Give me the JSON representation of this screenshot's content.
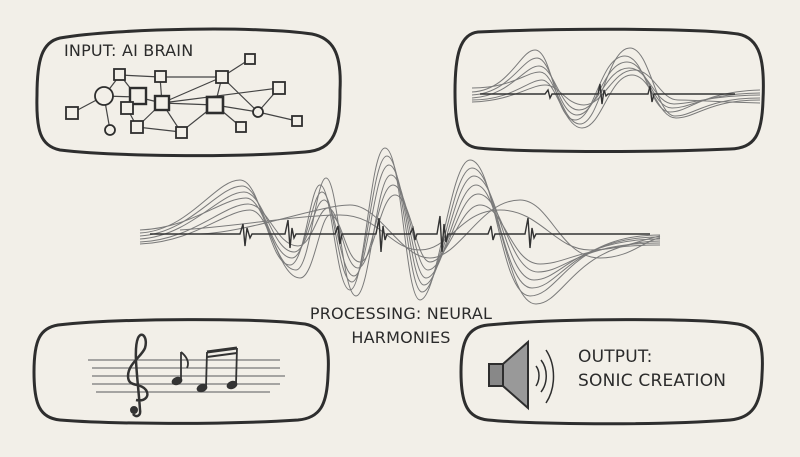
{
  "colors": {
    "background": "#f2efe8",
    "ink": "#2e2e2e",
    "wave": "#7a7a7a"
  },
  "panels": {
    "input": {
      "label": "INPUT: AI BRAIN",
      "icon": "neural-network-icon"
    },
    "waveform_small": {
      "icon": "waveform-icon"
    },
    "processing": {
      "label_line1": "PROCESSING: NEURAL",
      "label_line2": "HARMONIES",
      "icon": "neural-waveform-icon"
    },
    "music": {
      "icon": "music-notes-icon"
    },
    "output": {
      "label_line1": "OUTPUT:",
      "label_line2": "SONIC CREATION",
      "icon": "speaker-icon"
    }
  }
}
